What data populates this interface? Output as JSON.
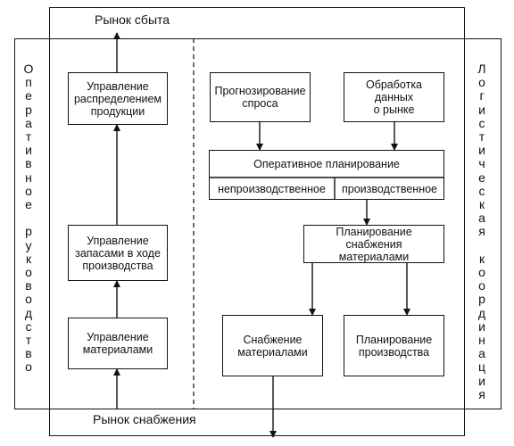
{
  "diagram": {
    "top_market": "Рынок сбыта",
    "bottom_market": "Рынок снабжения",
    "left_side_label": "Оперативное руководство",
    "right_side_label": "Логистическая координация",
    "boxes": {
      "distribution_management": "Управление\nраспределением\nпродукции",
      "production_inventory": "Управление\nзапасами в ходе\nпроизводства",
      "materials_management": "Управление\nматериалами",
      "demand_forecasting": "Прогнозирование\nспроса",
      "market_data": "Обработка данных\nо рынке",
      "operational_planning": "Оперативное планирование",
      "non_production": "непроизводственное",
      "production": "производственное",
      "materials_supply_planning": "Планирование снабжения\nматериалами",
      "materials_supply": "Снабжение\nматериалами",
      "production_planning": "Планирование\nпроизводства"
    }
  }
}
